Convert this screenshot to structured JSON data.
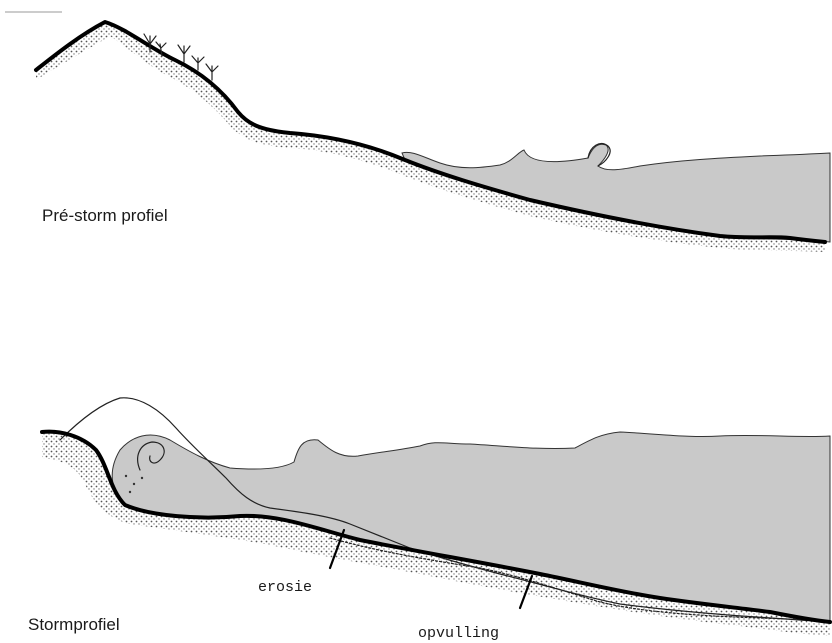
{
  "labels": {
    "pre_storm": "Pré-storm profiel",
    "storm": "Stormprofiel",
    "erosion": "erosie",
    "fill": "opvulling"
  },
  "colors": {
    "water": "#c9c9c9",
    "seabed_line": "#000000",
    "sand_dots": "#555555"
  }
}
